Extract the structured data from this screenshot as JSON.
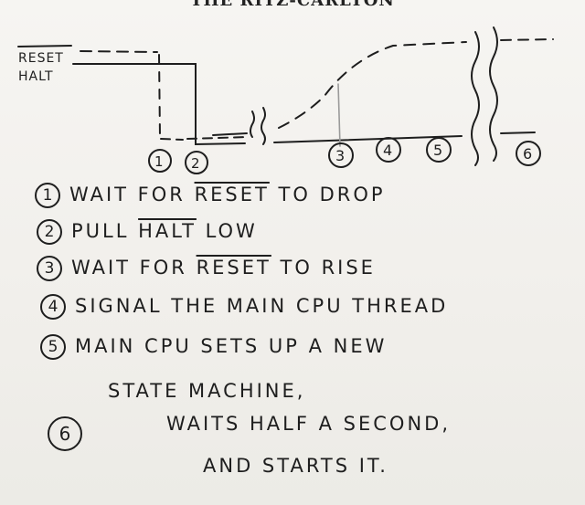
{
  "header": {
    "text": "THE RITZ-CARLTON"
  },
  "signals": {
    "reset": "RESET",
    "halt": "HALT"
  },
  "markers": [
    "1",
    "2",
    "3",
    "4",
    "5",
    "6"
  ],
  "steps": [
    {
      "num": "1",
      "before": "WAIT FOR ",
      "over": "RESET",
      "after": " TO DROP"
    },
    {
      "num": "2",
      "before": "PULL ",
      "over": "HALT",
      "after": " LOW"
    },
    {
      "num": "3",
      "before": "WAIT FOR ",
      "over": "RESET",
      "after": " TO RISE"
    },
    {
      "num": "4",
      "before": "SIGNAL THE MAIN CPU THREAD",
      "over": "",
      "after": ""
    },
    {
      "num": "5",
      "before": "MAIN CPU SETS UP A NEW",
      "over": "",
      "after": ""
    }
  ],
  "step5_cont": "STATE MACHINE,",
  "step6": {
    "num": "6",
    "line1": "WAITS HALF A SECOND,",
    "line2": "AND STARTS IT."
  }
}
